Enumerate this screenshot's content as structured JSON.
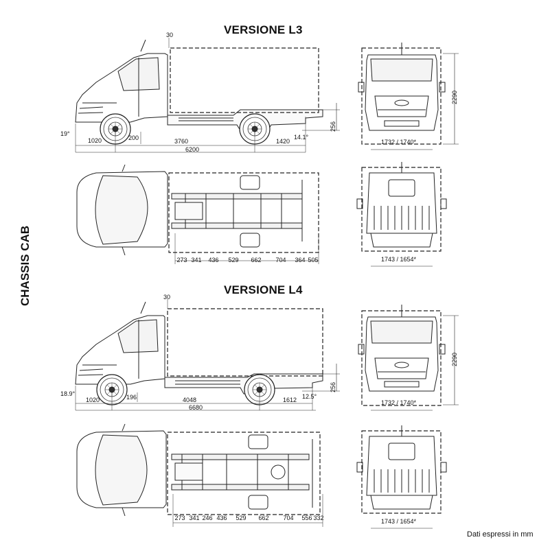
{
  "side_label": "CHASSIS CAB",
  "footer_note": "Dati espressi in mm",
  "l3": {
    "title": "VERSIONE L3",
    "top_gap": "30",
    "angle_front": "19°",
    "overhang_front": "1020",
    "ground_clearance": "200",
    "wheelbase": "3760",
    "rear_overhang": "1420",
    "angle_rear": "14.1°",
    "total_length": "6200",
    "frame_height": "256",
    "front_height": "2290",
    "front_track": "1732 / 1740*",
    "rear_track": "1743 / 1654*",
    "segments": [
      "273",
      "341",
      "436",
      "529",
      "662",
      "704",
      "364",
      "505"
    ]
  },
  "l4": {
    "title": "VERSIONE L4",
    "top_gap": "30",
    "angle_front": "18.9°",
    "overhang_front": "1020",
    "ground_clearance": "196",
    "wheelbase": "4048",
    "rear_overhang": "1612",
    "angle_rear": "12.5°",
    "total_length": "6680",
    "frame_height": "256",
    "front_height": "2290",
    "front_track": "1732 / 1740*",
    "rear_track": "1743 / 1654*",
    "segments": [
      "273",
      "341",
      "246",
      "436",
      "529",
      "662",
      "704",
      "556",
      "332"
    ]
  }
}
